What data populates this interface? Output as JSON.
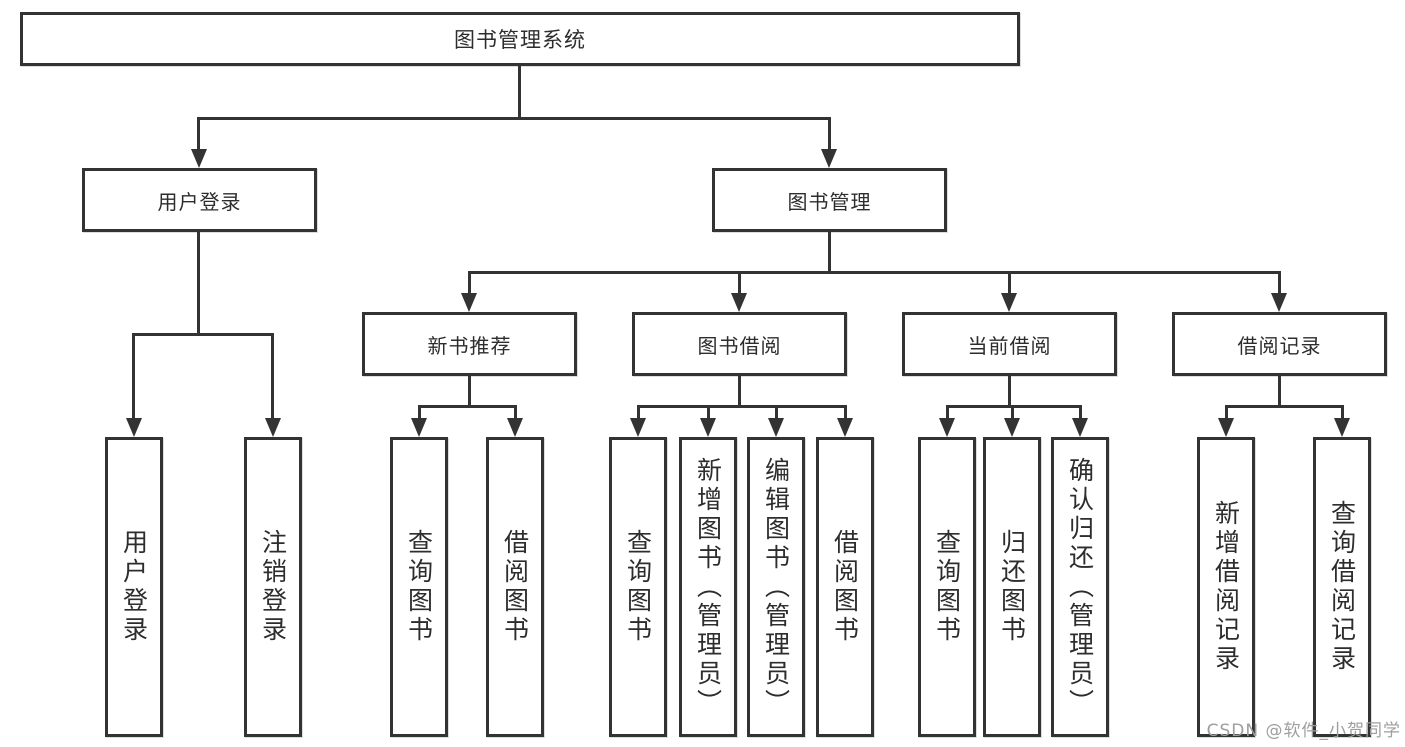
{
  "diagram_title": "图书管理系统",
  "tree": {
    "root": "图书管理系统",
    "branches": [
      {
        "label": "用户登录",
        "children": [
          "用户登录",
          "注销登录"
        ]
      },
      {
        "label": "图书管理",
        "groups": [
          {
            "label": "新书推荐",
            "children": [
              "查询图书",
              "借阅图书"
            ]
          },
          {
            "label": "图书借阅",
            "children": [
              "查询图书",
              "新增图书（管理员）",
              "编辑图书（管理员）",
              "借阅图书"
            ]
          },
          {
            "label": "当前借阅",
            "children": [
              "查询图书",
              "归还图书",
              "确认归还（管理员）"
            ]
          },
          {
            "label": "借阅记录",
            "children": [
              "新增借阅记录",
              "查询借阅记录"
            ]
          }
        ]
      }
    ]
  },
  "watermark": "CSDN @软件_小贺同学",
  "colors": {
    "line": "#333333",
    "text": "#2b2b2b",
    "watermark_text": "#9e9e9e",
    "background": "#ffffff"
  }
}
